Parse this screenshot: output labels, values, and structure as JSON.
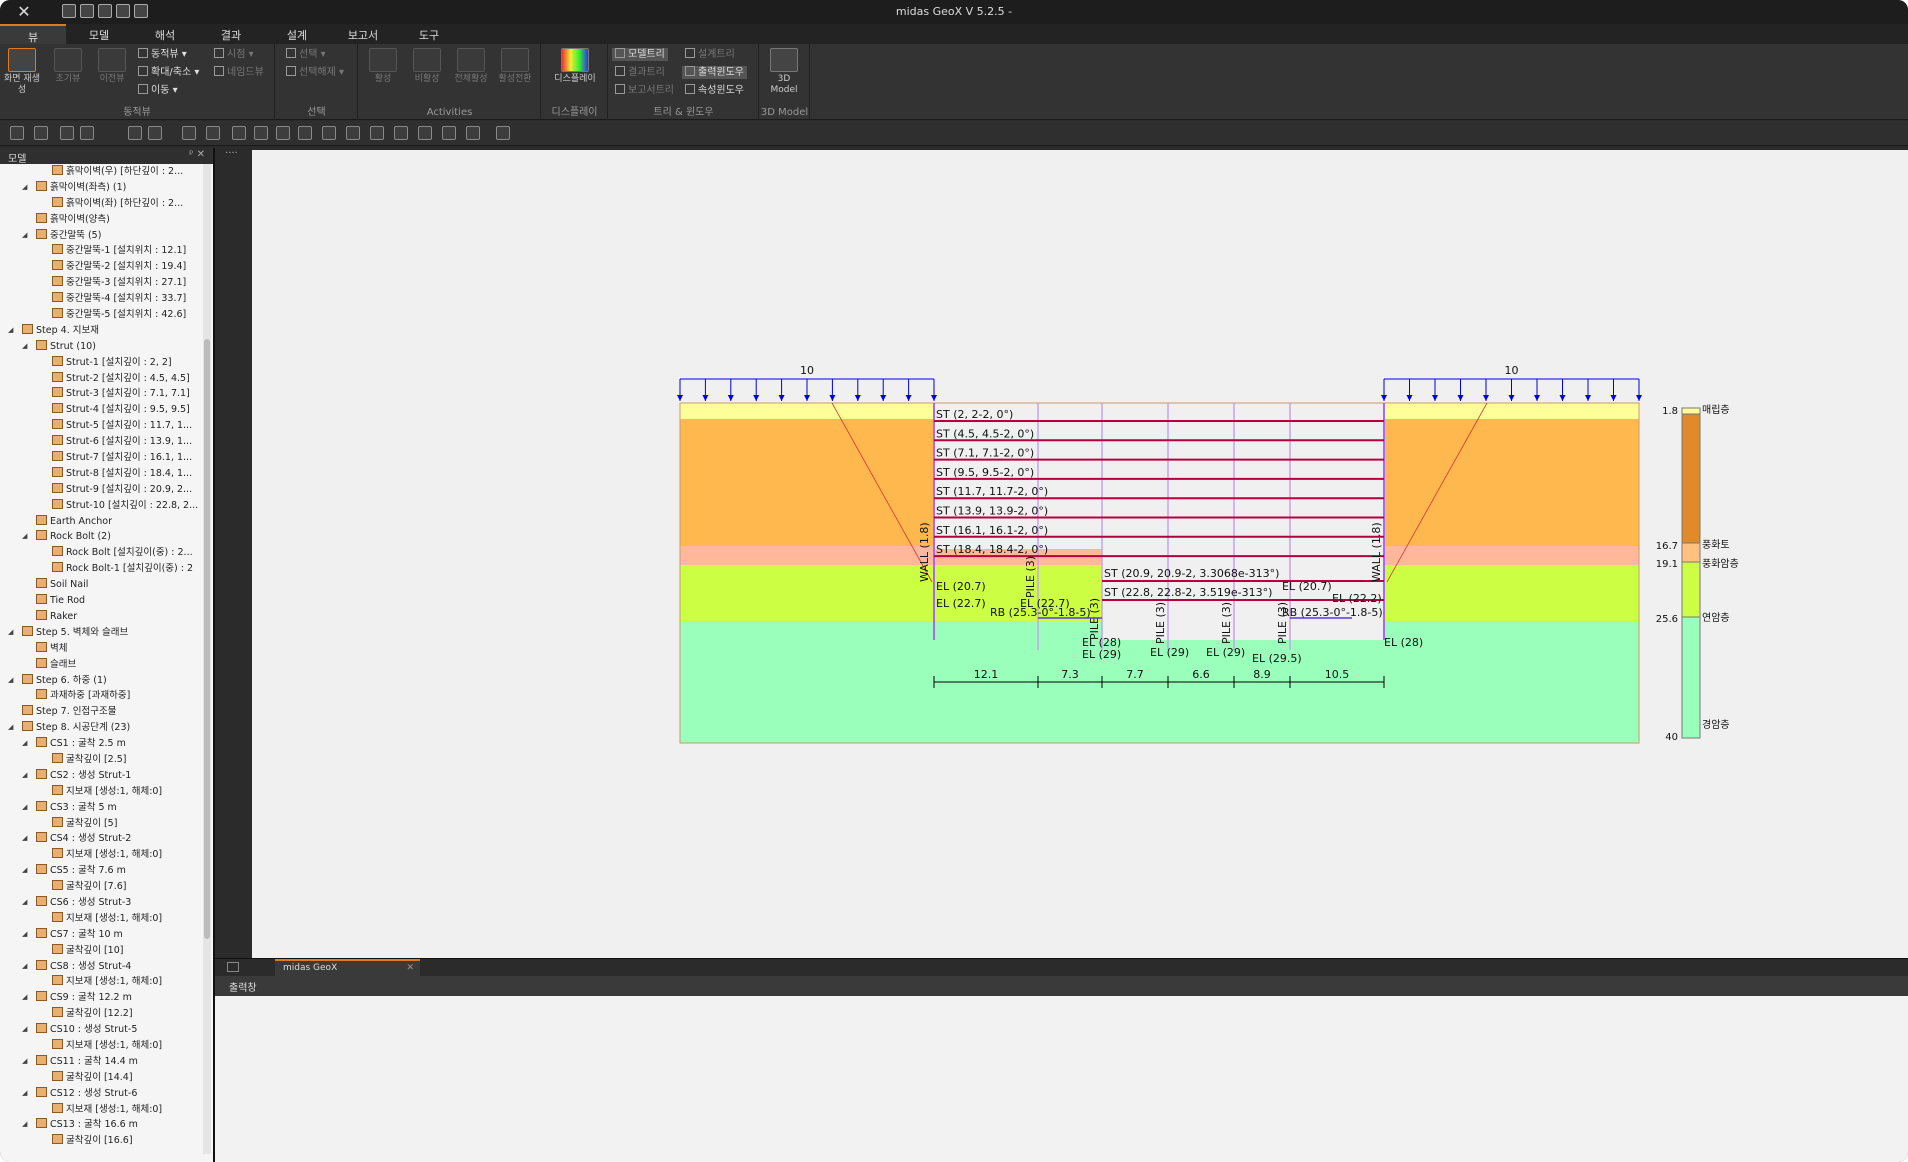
{
  "app": {
    "title": "midas GeoX V 5.2.5 -"
  },
  "menu": {
    "tabs": [
      "뷰",
      "모델",
      "해석",
      "결과",
      "설계",
      "보고서",
      "도구"
    ],
    "active_index": 0
  },
  "ribbon": {
    "groups": [
      {
        "label": "동적뷰",
        "big": [
          "화면 재생성",
          "초기뷰",
          "이전뷰"
        ],
        "small": [
          "동적뷰",
          "확대/축소",
          "이동",
          "시점",
          "네임드뷰"
        ]
      },
      {
        "label": "선택",
        "small": [
          "선택",
          "선택해제"
        ]
      },
      {
        "label": "Activities",
        "big": [
          "활성",
          "비활성",
          "전체활성",
          "활성전환"
        ]
      },
      {
        "label": "디스플레이",
        "big": [
          "디스플레이"
        ]
      },
      {
        "label": "트리 & 윈도우",
        "small": [
          "모델트리",
          "결과트리",
          "보고서트리",
          "설계트리",
          "출력윈도우",
          "속성윈도우"
        ]
      },
      {
        "label": "3D Model",
        "big": [
          "3D Model"
        ]
      }
    ]
  },
  "left_panel": {
    "title": "모델"
  },
  "tree": [
    {
      "text": "흙막이벽(우) [하단깊이 : 2...",
      "lvl": 3,
      "exp": ""
    },
    {
      "text": "흙막이벽(좌측) (1)",
      "lvl": 2,
      "exp": "▲"
    },
    {
      "text": "흙막이벽(좌) [하단깊이 : 2...",
      "lvl": 3,
      "exp": ""
    },
    {
      "text": "흙막이벽(양측)",
      "lvl": 2,
      "exp": ""
    },
    {
      "text": "중간말뚝 (5)",
      "lvl": 2,
      "exp": "▲"
    },
    {
      "text": "중간말뚝-1 [설치위치 : 12.1]",
      "lvl": 3,
      "exp": ""
    },
    {
      "text": "중간말뚝-2 [설치위치 : 19.4]",
      "lvl": 3,
      "exp": ""
    },
    {
      "text": "중간말뚝-3 [설치위치 : 27.1]",
      "lvl": 3,
      "exp": ""
    },
    {
      "text": "중간말뚝-4 [설치위치 : 33.7]",
      "lvl": 3,
      "exp": ""
    },
    {
      "text": "중간말뚝-5 [설치위치 : 42.6]",
      "lvl": 3,
      "exp": ""
    },
    {
      "text": "Step 4. 지보재",
      "lvl": 1,
      "exp": "▲"
    },
    {
      "text": "Strut (10)",
      "lvl": 2,
      "exp": "▲"
    },
    {
      "text": "Strut-1 [설치깊이 : 2, 2]",
      "lvl": 3,
      "exp": ""
    },
    {
      "text": "Strut-2 [설치깊이 : 4.5, 4.5]",
      "lvl": 3,
      "exp": ""
    },
    {
      "text": "Strut-3 [설치깊이 : 7.1, 7.1]",
      "lvl": 3,
      "exp": ""
    },
    {
      "text": "Strut-4 [설치깊이 : 9.5, 9.5]",
      "lvl": 3,
      "exp": ""
    },
    {
      "text": "Strut-5 [설치깊이 : 11.7, 1...",
      "lvl": 3,
      "exp": ""
    },
    {
      "text": "Strut-6 [설치깊이 : 13.9, 1...",
      "lvl": 3,
      "exp": ""
    },
    {
      "text": "Strut-7 [설치깊이 : 16.1, 1...",
      "lvl": 3,
      "exp": ""
    },
    {
      "text": "Strut-8 [설치깊이 : 18.4, 1...",
      "lvl": 3,
      "exp": ""
    },
    {
      "text": "Strut-9 [설치깊이 : 20.9, 2...",
      "lvl": 3,
      "exp": ""
    },
    {
      "text": "Strut-10 [설치깊이 : 22.8, 2...",
      "lvl": 3,
      "exp": ""
    },
    {
      "text": "Earth Anchor",
      "lvl": 2,
      "exp": ""
    },
    {
      "text": "Rock Bolt (2)",
      "lvl": 2,
      "exp": "▲"
    },
    {
      "text": "Rock Bolt [설치깊이(중) : 2...",
      "lvl": 3,
      "exp": ""
    },
    {
      "text": "Rock Bolt-1 [설치깊이(중) : 2",
      "lvl": 3,
      "exp": ""
    },
    {
      "text": "Soil Nail",
      "lvl": 2,
      "exp": ""
    },
    {
      "text": "Tie Rod",
      "lvl": 2,
      "exp": ""
    },
    {
      "text": "Raker",
      "lvl": 2,
      "exp": ""
    },
    {
      "text": "Step 5. 벽체와 슬래브",
      "lvl": 1,
      "exp": "▲"
    },
    {
      "text": "벽체",
      "lvl": 2,
      "exp": ""
    },
    {
      "text": "슬래브",
      "lvl": 2,
      "exp": ""
    },
    {
      "text": "Step 6. 하중 (1)",
      "lvl": 1,
      "exp": "▲"
    },
    {
      "text": "과재하중 [과재하중]",
      "lvl": 2,
      "exp": ""
    },
    {
      "text": "Step 7. 인접구조물",
      "lvl": 1,
      "exp": ""
    },
    {
      "text": "Step 8. 시공단계 (23)",
      "lvl": 1,
      "exp": "▲"
    },
    {
      "text": "CS1 : 굴착 2.5 m",
      "lvl": 2,
      "exp": "▲"
    },
    {
      "text": "굴착깊이 [2.5]",
      "lvl": 3,
      "exp": ""
    },
    {
      "text": "CS2 : 생성 Strut-1",
      "lvl": 2,
      "exp": "▲"
    },
    {
      "text": "지보재 [생성:1, 해체:0]",
      "lvl": 3,
      "exp": ""
    },
    {
      "text": "CS3 : 굴착 5 m",
      "lvl": 2,
      "exp": "▲"
    },
    {
      "text": "굴착깊이 [5]",
      "lvl": 3,
      "exp": ""
    },
    {
      "text": "CS4 : 생성 Strut-2",
      "lvl": 2,
      "exp": "▲"
    },
    {
      "text": "지보재 [생성:1, 해체:0]",
      "lvl": 3,
      "exp": ""
    },
    {
      "text": "CS5 : 굴착 7.6 m",
      "lvl": 2,
      "exp": "▲"
    },
    {
      "text": "굴착깊이 [7.6]",
      "lvl": 3,
      "exp": ""
    },
    {
      "text": "CS6 : 생성 Strut-3",
      "lvl": 2,
      "exp": "▲"
    },
    {
      "text": "지보재 [생성:1, 해체:0]",
      "lvl": 3,
      "exp": ""
    },
    {
      "text": "CS7 : 굴착 10 m",
      "lvl": 2,
      "exp": "▲"
    },
    {
      "text": "굴착깊이 [10]",
      "lvl": 3,
      "exp": ""
    },
    {
      "text": "CS8 : 생성 Strut-4",
      "lvl": 2,
      "exp": "▲"
    },
    {
      "text": "지보재 [생성:1, 해체:0]",
      "lvl": 3,
      "exp": ""
    },
    {
      "text": "CS9 : 굴착 12.2 m",
      "lvl": 2,
      "exp": "▲"
    },
    {
      "text": "굴착깊이 [12.2]",
      "lvl": 3,
      "exp": ""
    },
    {
      "text": "CS10 : 생성 Strut-5",
      "lvl": 2,
      "exp": "▲"
    },
    {
      "text": "지보재 [생성:1, 해체:0]",
      "lvl": 3,
      "exp": ""
    },
    {
      "text": "CS11 : 굴착 14.4 m",
      "lvl": 2,
      "exp": "▲"
    },
    {
      "text": "굴착깊이 [14.4]",
      "lvl": 3,
      "exp": ""
    },
    {
      "text": "CS12 : 생성 Strut-6",
      "lvl": 2,
      "exp": "▲"
    },
    {
      "text": "지보재 [생성:1, 해체:0]",
      "lvl": 3,
      "exp": ""
    },
    {
      "text": "CS13 : 굴착 16.6 m",
      "lvl": 2,
      "exp": "▲"
    },
    {
      "text": "굴착깊이 [16.6]",
      "lvl": 3,
      "exp": ""
    }
  ],
  "doc_tab": {
    "label": "midas GeoX"
  },
  "output": {
    "title": "출력창"
  },
  "drawing": {
    "loads": {
      "left": "10",
      "right": "10"
    },
    "struts": [
      "ST (2, 2-2, 0°)",
      "ST (4.5, 4.5-2, 0°)",
      "ST (7.1, 7.1-2, 0°)",
      "ST (9.5, 9.5-2, 0°)",
      "ST (11.7, 11.7-2, 0°)",
      "ST (13.9, 13.9-2, 0°)",
      "ST (16.1, 16.1-2, 0°)",
      "ST (18.4, 18.4-2, 0°)"
    ],
    "struts_deep": [
      "ST (20.9, 20.9-2, 3.3068e-313°)",
      "ST (22.8, 22.8-2, 3.519e-313°)"
    ],
    "walls": {
      "left": "WALL (1.8)",
      "right": "WALL (1.8)"
    },
    "piles": [
      "PILE (3)",
      "PILE (3)",
      "PILE (3)",
      "PILE (3)",
      "PILE (3)"
    ],
    "el_labels": [
      "EL (20.7)",
      "EL (22.7)",
      "EL (22.7)",
      "EL (28)",
      "EL (29)",
      "EL (29)",
      "EL (29)",
      "EL (29.5)",
      "EL (20.7)",
      "EL (22.2)",
      "EL (28)"
    ],
    "rb": [
      "RB (25.3-0°-1.8-5)",
      "RB (25.3-0°-1.8-5)"
    ],
    "dims": [
      "12.1",
      "7.3",
      "7.7",
      "6.6",
      "8.9",
      "10.5"
    ],
    "soil_column": {
      "depths": [
        "1.8",
        "16.7",
        "19.1",
        "25.6",
        "40"
      ],
      "layers": [
        "매립층",
        "풍화토",
        "풍화암층",
        "연암층",
        "경암층"
      ]
    },
    "colors": {
      "fill": "#ffff99",
      "weathered_soil": "#ffb84d",
      "weathered_rock": "#ffb899",
      "soft_rock": "#ccff44",
      "hard_rock": "#99ffbb",
      "strut": "#b3003c",
      "load": "#0000e6"
    }
  }
}
